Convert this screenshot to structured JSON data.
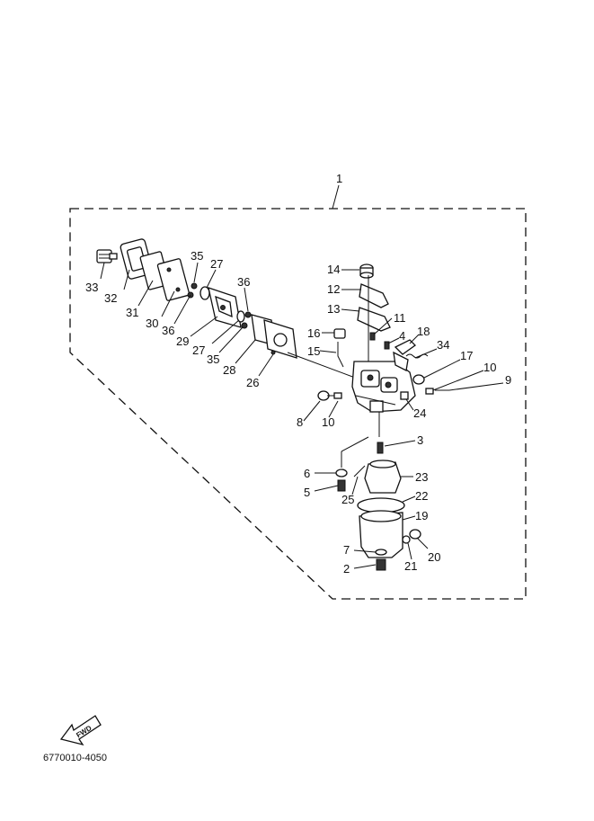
{
  "diagram": {
    "assembly_number": "1",
    "part_numbers": [
      "2",
      "3",
      "4",
      "5",
      "6",
      "7",
      "8",
      "9",
      "10",
      "10",
      "11",
      "12",
      "13",
      "14",
      "15",
      "16",
      "17",
      "18",
      "19",
      "20",
      "21",
      "22",
      "23",
      "24",
      "25",
      "26",
      "27",
      "27",
      "28",
      "29",
      "30",
      "31",
      "32",
      "33",
      "34",
      "35",
      "35",
      "36",
      "36"
    ],
    "forward_marker": "FWD",
    "drawing_code": "6770010-4050"
  }
}
